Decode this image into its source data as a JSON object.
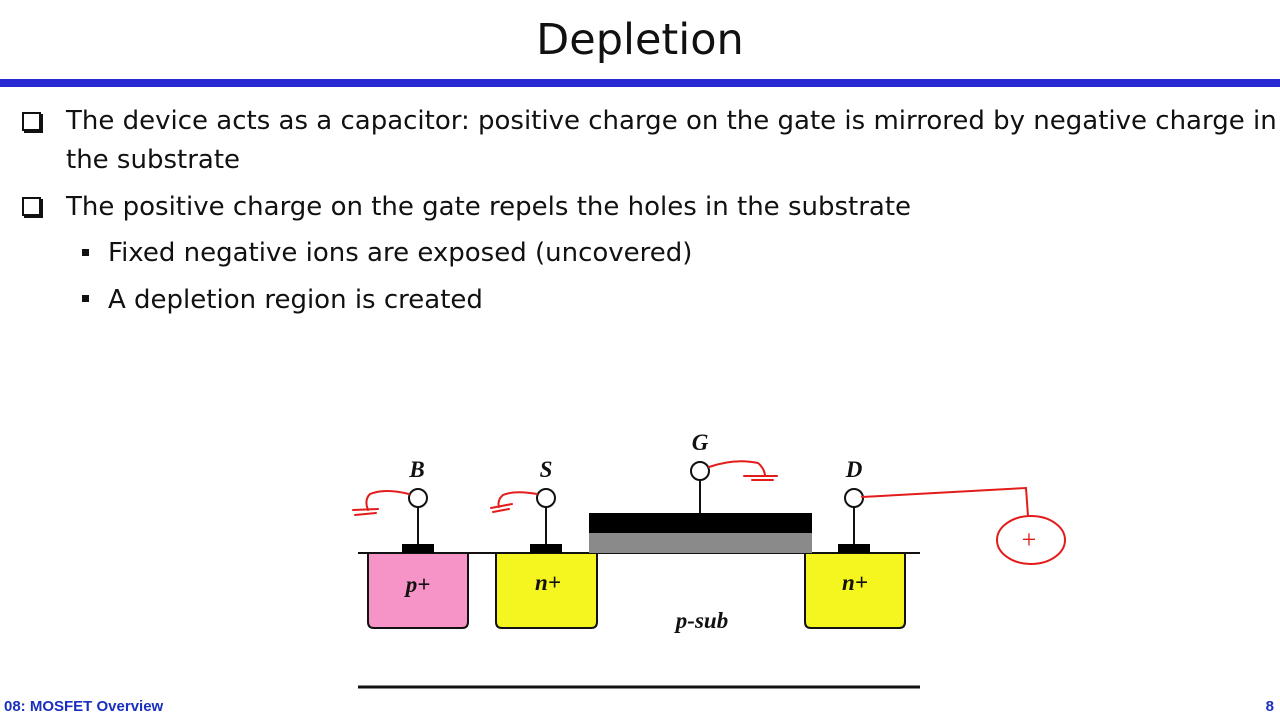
{
  "slide": {
    "title": "Depletion",
    "bullets": [
      {
        "line1": "The device acts as a capacitor: positive charge on the gate is mirrored by negative charge in",
        "line2": "the substrate"
      },
      {
        "line1": "The positive charge on the gate repels the holes in the substrate"
      }
    ],
    "sub_bullets": [
      "Fixed negative ions are exposed (uncovered)",
      "A depletion region is created"
    ]
  },
  "diagram": {
    "terminals": {
      "body": "B",
      "source": "S",
      "gate": "G",
      "drain": "D"
    },
    "regions": {
      "body_contact": "p+",
      "source": "n+",
      "drain": "n+",
      "substrate": "p-sub"
    },
    "annotation_plus": "+",
    "colors": {
      "p_plus": "#f694c8",
      "n_plus": "#f5f51f",
      "gate_metal": "#000000",
      "gate_oxide": "#8a8a8a",
      "annotation": "#e31b1b"
    }
  },
  "footer": {
    "course": "08: MOSFET Overview",
    "page_number": "8"
  }
}
